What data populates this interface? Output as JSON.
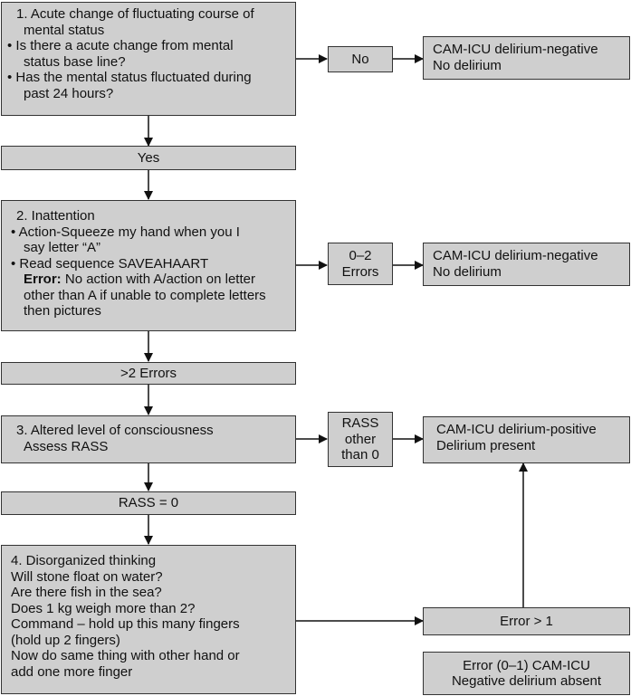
{
  "step1": {
    "title": "1. Acute change of fluctuating course of",
    "title_cont": "mental status",
    "b1_a": "• Is there a acute change from mental",
    "b1_b": "status base line?",
    "b2_a": "• Has the mental status fluctuated during",
    "b2_b": "past 24 hours?"
  },
  "step1_no": "No",
  "step1_result": {
    "line1": "CAM-ICU delirium-negative",
    "line2": "No delirium"
  },
  "yes_label": "Yes",
  "step2": {
    "title": "2. Inattention",
    "b1_a": "• Action-Squeeze my hand when you I",
    "b1_b": "say letter “A”",
    "b2": "• Read sequence SAVEAHAART",
    "error_label": "Error:",
    "error_a": " No action with A/action on letter",
    "error_b": "other than A if unable to complete letters",
    "error_c": "then pictures"
  },
  "step2_errors": {
    "line1": "0–2",
    "line2": "Errors"
  },
  "step2_result": {
    "line1": "CAM-ICU delirium-negative",
    "line2": "No delirium"
  },
  "more_errors_label": ">2 Errors",
  "step3": {
    "line1": "3. Altered level of consciousness",
    "line2": "Assess RASS"
  },
  "step3_rass": {
    "line1": "RASS",
    "line2": "other",
    "line3": "than 0"
  },
  "step3_result": {
    "line1": "CAM-ICU delirium-positive",
    "line2": "Delirium present"
  },
  "rass_zero_label": "RASS = 0",
  "step4": {
    "title": "4. Disorganized thinking",
    "q1": "Will stone float on water?",
    "q2": "Are there fish in the sea?",
    "q3": "Does 1 kg weigh more than 2?",
    "q4": "Command – hold up this many fingers",
    "q5": "(hold up 2 fingers)",
    "q6": "Now do same thing with other hand or",
    "q7": "add one more finger"
  },
  "error_gt1": "Error > 1",
  "final_negative": {
    "line1": "Error (0–1) CAM-ICU",
    "line2": "Negative delirium absent"
  }
}
